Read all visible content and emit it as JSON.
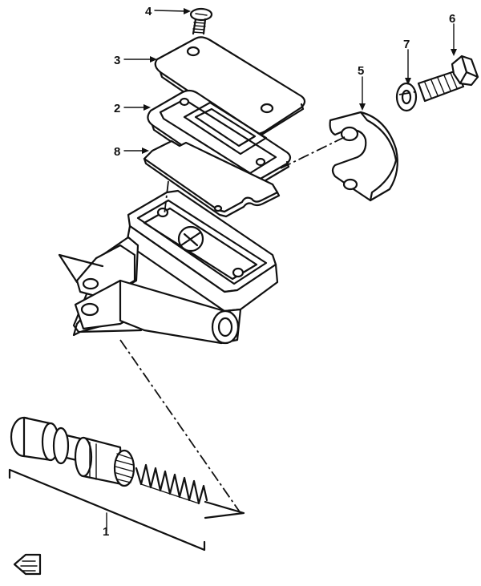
{
  "parts": [
    {
      "id": "p1",
      "label": "1",
      "icon": "piston-assembly-icon"
    },
    {
      "id": "p2",
      "label": "2",
      "icon": "diaphragm-icon"
    },
    {
      "id": "p3",
      "label": "3",
      "icon": "reservoir-cap-icon"
    },
    {
      "id": "p4",
      "label": "4",
      "icon": "screw-icon"
    },
    {
      "id": "p5",
      "label": "5",
      "icon": "clamp-holder-icon"
    },
    {
      "id": "p6",
      "label": "6",
      "icon": "bolt-icon"
    },
    {
      "id": "p7",
      "label": "7",
      "icon": "washer-icon"
    },
    {
      "id": "p8",
      "label": "8",
      "icon": "plate-gasket-icon"
    }
  ],
  "colors": {
    "ink": "#111111",
    "paper": "#ffffff"
  }
}
